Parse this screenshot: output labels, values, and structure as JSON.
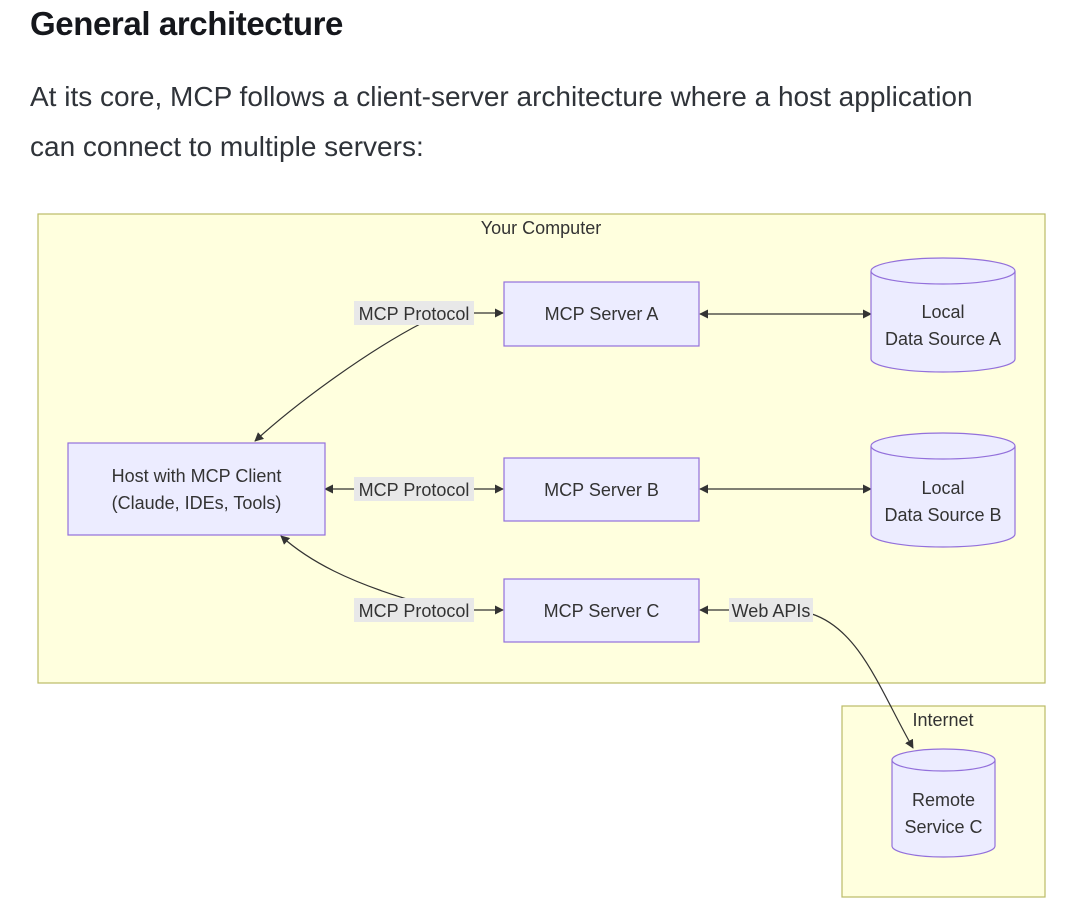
{
  "heading": "General architecture",
  "intro": "At its core, MCP follows a client-server architecture where a host application can connect to multiple servers:",
  "diagram": {
    "groups": {
      "computer": "Your Computer",
      "internet": "Internet"
    },
    "nodes": {
      "host": {
        "line1": "Host with MCP Client",
        "line2": "(Claude, IDEs, Tools)"
      },
      "server_a": "MCP Server A",
      "server_b": "MCP Server B",
      "server_c": "MCP Server C",
      "local_a": {
        "line1": "Local",
        "line2": "Data Source A"
      },
      "local_b": {
        "line1": "Local",
        "line2": "Data Source B"
      },
      "remote_c": {
        "line1": "Remote",
        "line2": "Service C"
      }
    },
    "edge_labels": {
      "protocol_a": "MCP Protocol",
      "protocol_b": "MCP Protocol",
      "protocol_c": "MCP Protocol",
      "web_apis": "Web APIs"
    },
    "colors": {
      "group_fill": "#ffffde",
      "group_stroke": "#bbbb66",
      "node_fill": "#ececff",
      "node_stroke": "#9370db",
      "edge": "#333333",
      "edge_label_bg": "#e8e8e8"
    }
  }
}
